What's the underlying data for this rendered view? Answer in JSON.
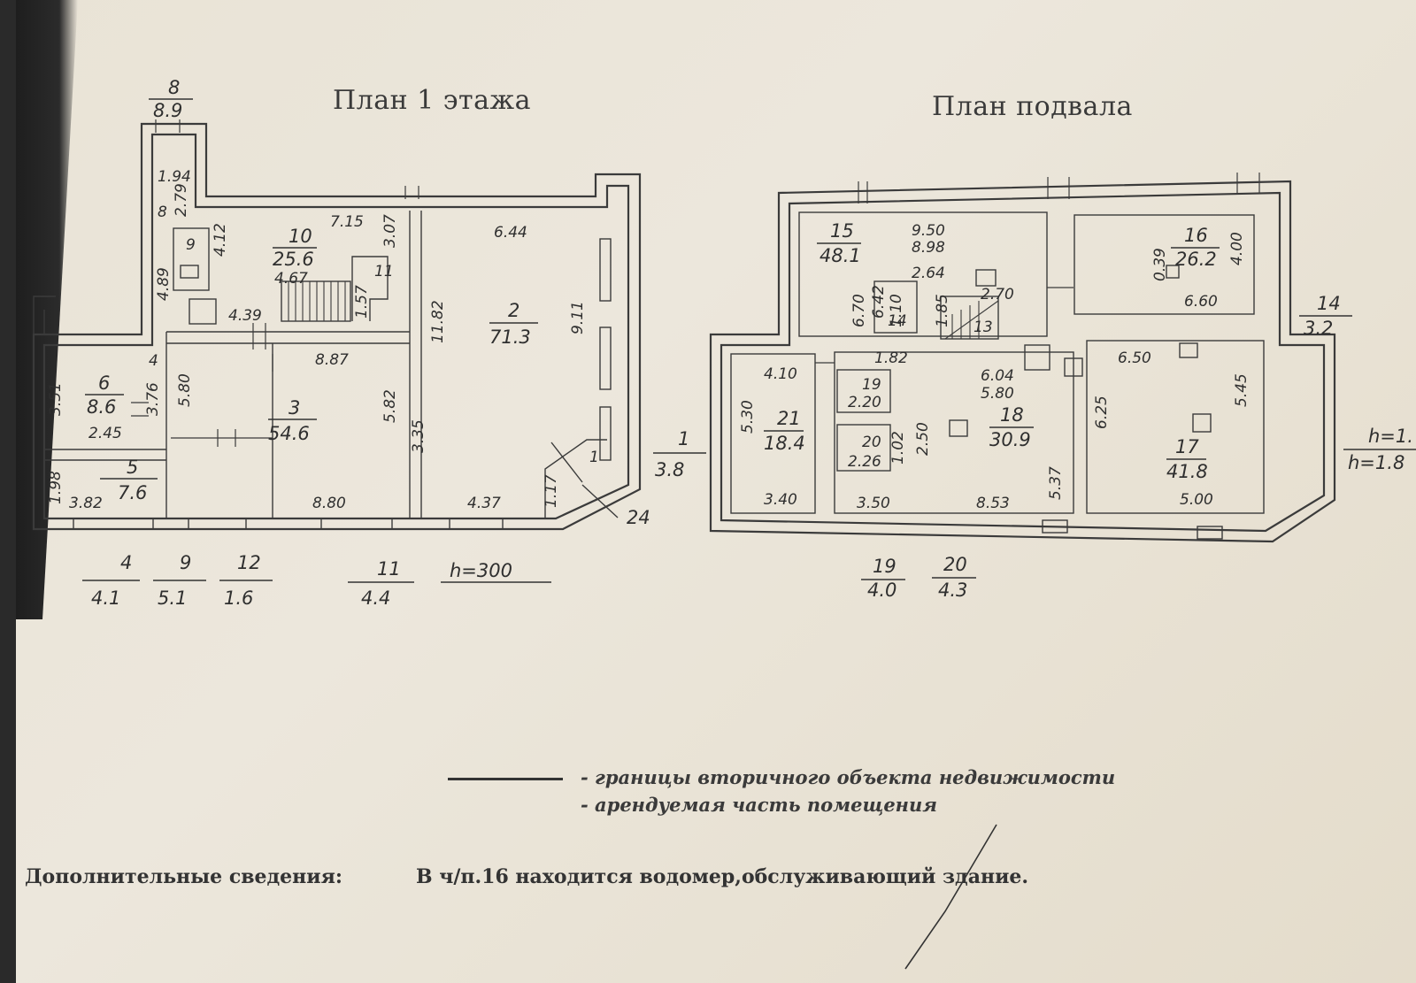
{
  "titles": {
    "first_floor": "План 1 этажа",
    "basement": "План подвала"
  },
  "first_floor": {
    "ceiling": "h=300",
    "rooms": [
      {
        "id": "2",
        "area": "71.3"
      },
      {
        "id": "3",
        "area": "54.6"
      },
      {
        "id": "6",
        "area": "8.6"
      },
      {
        "id": "5",
        "area": "7.6"
      },
      {
        "id": "10",
        "area": "25.6"
      },
      {
        "id": "8",
        "area": "8.9"
      }
    ],
    "dimensions": [
      "1.94",
      "2.79",
      "8",
      "9",
      "4.12",
      "4.89",
      "7.15",
      "3.07",
      "4.67",
      "4.39",
      "1.57",
      "11",
      "6.44",
      "11.82",
      "9.11",
      "8.87",
      "5.80",
      "5.82",
      "3.35",
      "3.76",
      "3.51",
      "2.45",
      "1.98",
      "3.82",
      "8.80",
      "4.37",
      "1.17",
      "24",
      "4",
      "1"
    ],
    "table": [
      {
        "id": "4",
        "area": "4.1"
      },
      {
        "id": "9",
        "area": "5.1"
      },
      {
        "id": "12",
        "area": "1.6"
      },
      {
        "id": "11",
        "area": "4.4"
      }
    ],
    "connector": {
      "id": "1",
      "area": "3.8"
    }
  },
  "basement": {
    "rooms": [
      {
        "id": "15",
        "area": "48.1"
      },
      {
        "id": "16",
        "area": "26.2"
      },
      {
        "id": "21",
        "area": "18.4"
      },
      {
        "id": "18",
        "area": "30.9"
      },
      {
        "id": "17",
        "area": "41.8"
      },
      {
        "id": "19",
        "area": "2.20"
      },
      {
        "id": "20",
        "area": "2.26"
      },
      {
        "id": "14",
        "area": ""
      },
      {
        "id": "13",
        "area": ""
      }
    ],
    "dimensions": [
      "9.50",
      "8.98",
      "2.64",
      "2.70",
      "6.70",
      "6.42",
      "1.10",
      "1.85",
      "0.39",
      "4.00",
      "6.60",
      "4.10",
      "5.30",
      "3.40",
      "1.82",
      "6.04",
      "5.80",
      "2.50",
      "1.02",
      "3.50",
      "8.53",
      "5.37",
      "6.50",
      "5.45",
      "6.25",
      "5.00"
    ],
    "table": [
      {
        "id": "19",
        "area": "4.0"
      },
      {
        "id": "20",
        "area": "4.3"
      }
    ],
    "right_table": {
      "id": "14",
      "area": "3.2"
    },
    "right_h": "h=1.",
    "right_h2": "h=1.8"
  },
  "legend": {
    "line1": "- границы вторичного объекта недвижимости",
    "line2": "- арендуемая часть помещения"
  },
  "notes": {
    "label": "Дополнительные сведения:",
    "text": "В ч/п.16 находится водомер,обслуживающий здание."
  }
}
